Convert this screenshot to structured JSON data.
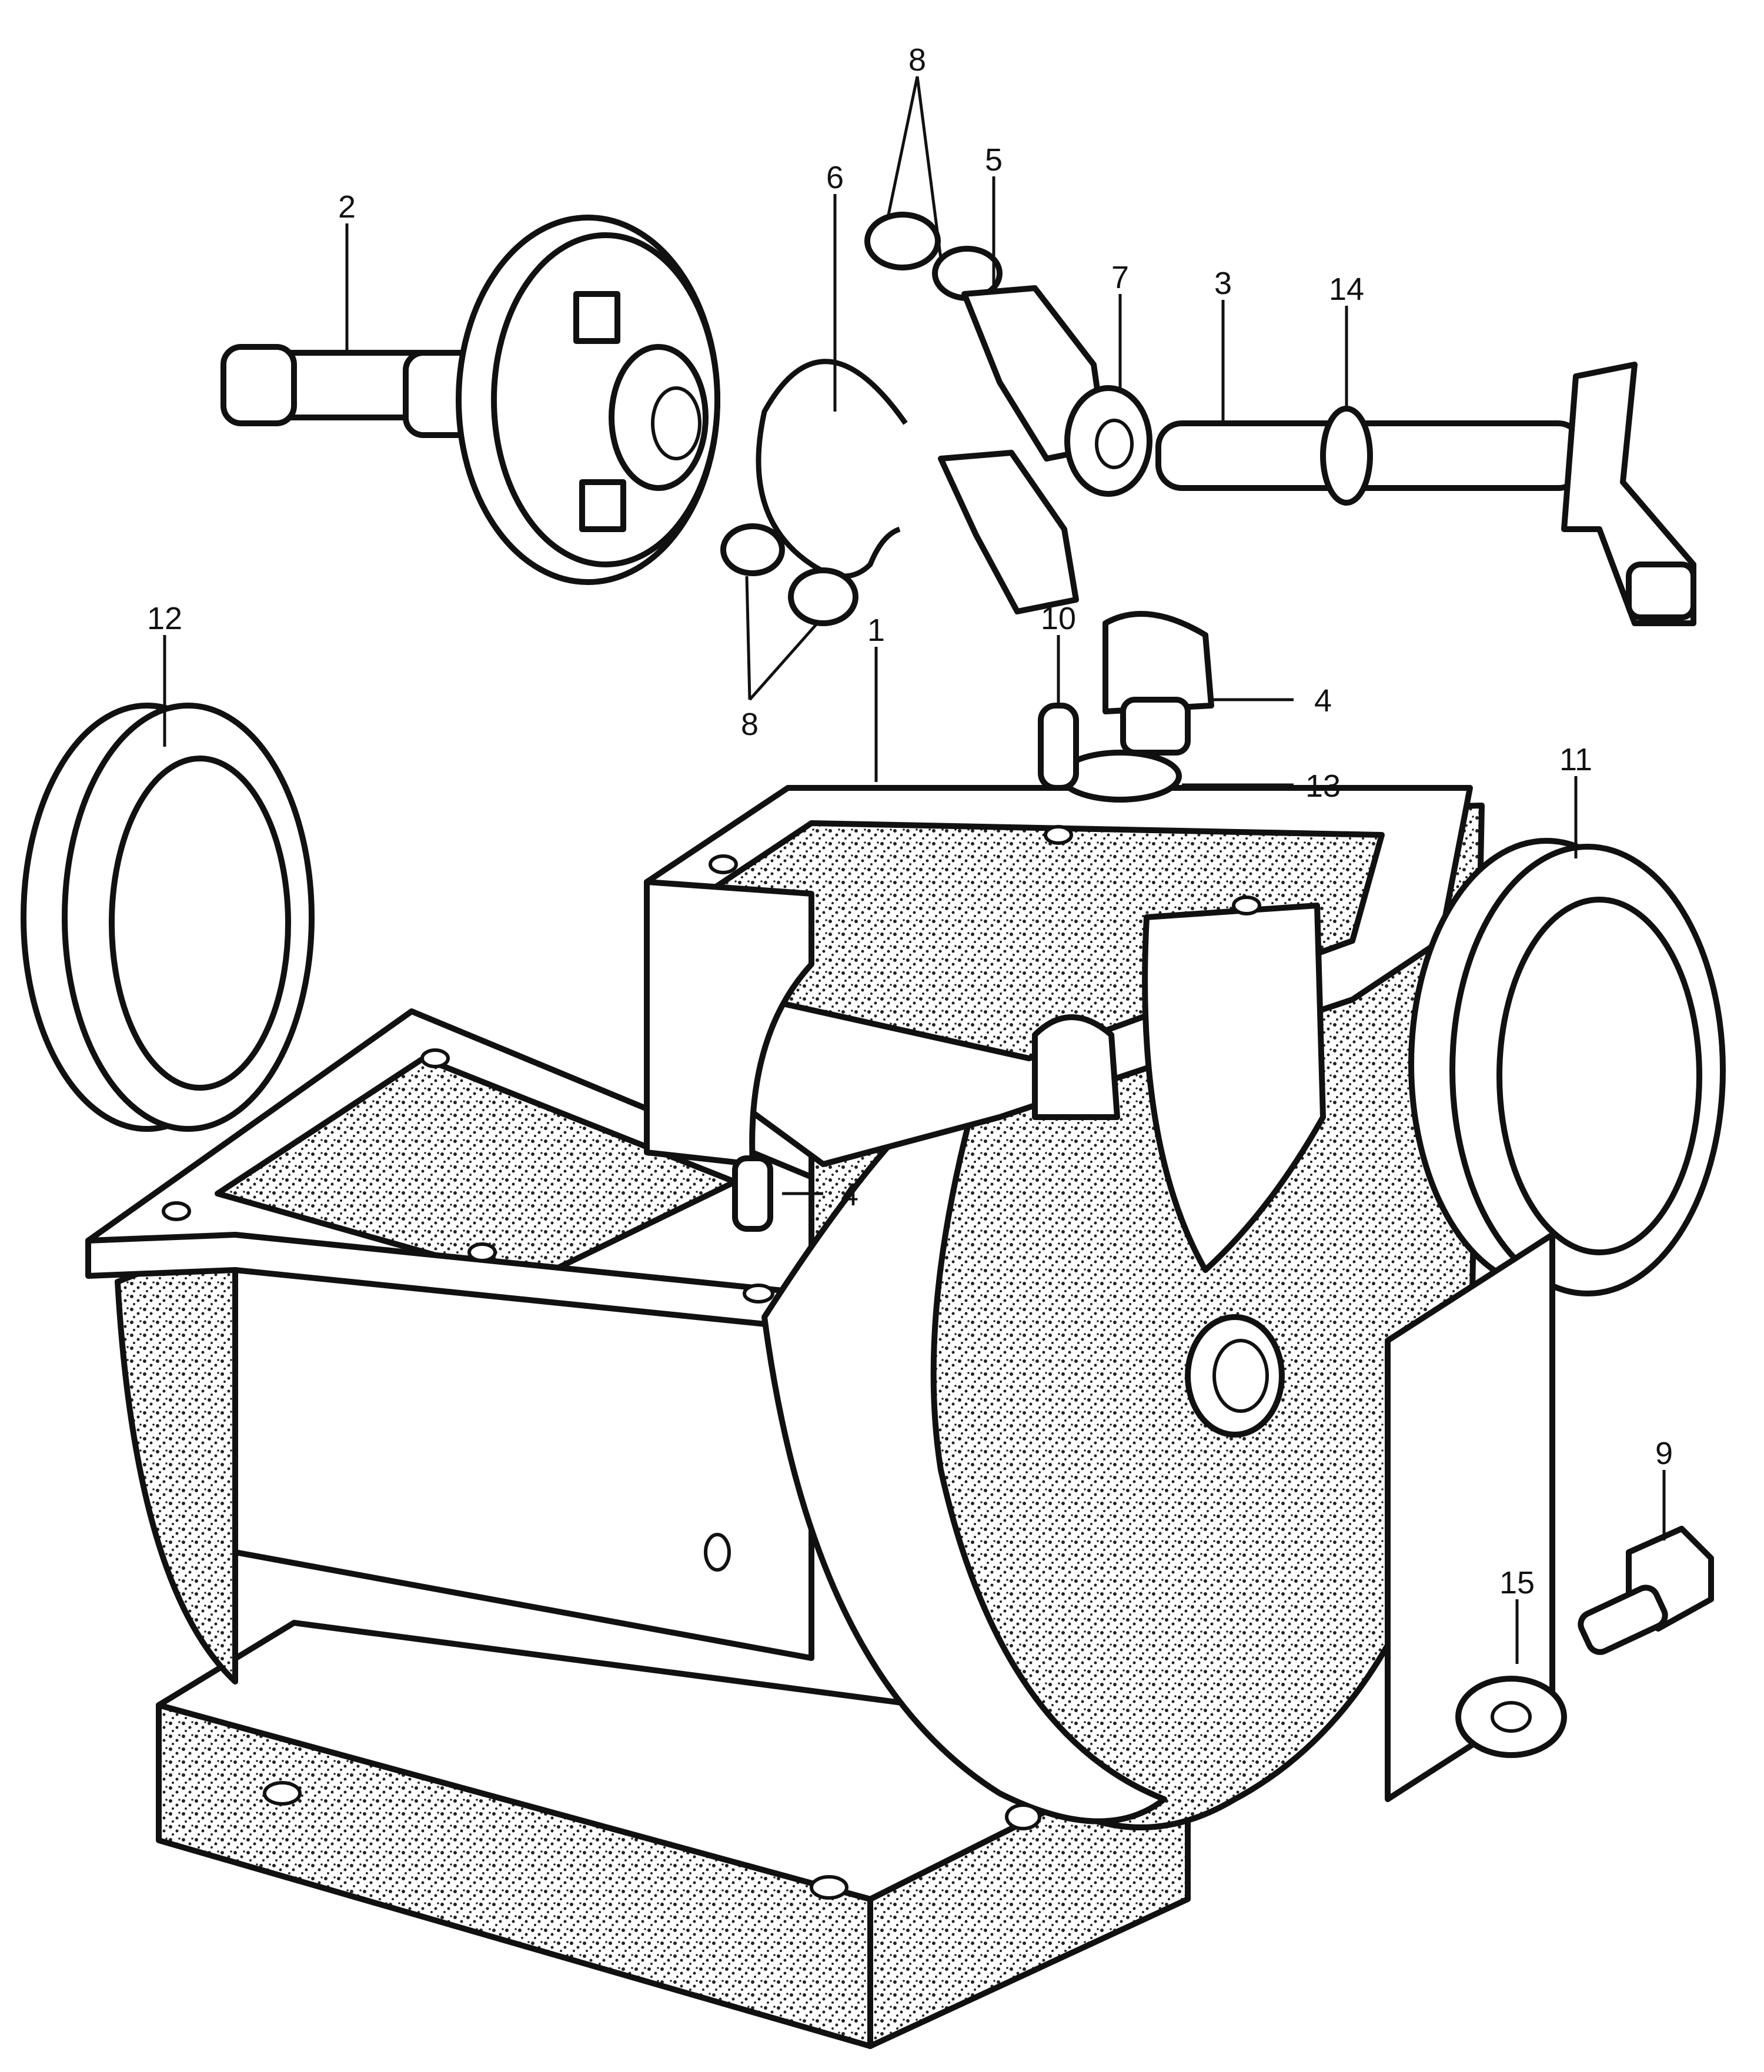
{
  "callouts": [
    {
      "id": "crankcase",
      "label": "1"
    },
    {
      "id": "camshaft-gear",
      "label": "2"
    },
    {
      "id": "shaft-with-arm",
      "label": "3"
    },
    {
      "id": "plug-top",
      "label": "4"
    },
    {
      "id": "plug-inside",
      "label": "4"
    },
    {
      "id": "tappet-upper",
      "label": "5"
    },
    {
      "id": "wire-spring",
      "label": "6"
    },
    {
      "id": "tappet-collar",
      "label": "7"
    },
    {
      "id": "cap-upper",
      "label": "8"
    },
    {
      "id": "cap-lower",
      "label": "8"
    },
    {
      "id": "bolt",
      "label": "9"
    },
    {
      "id": "dowel",
      "label": "10"
    },
    {
      "id": "bearing-right",
      "label": "11"
    },
    {
      "id": "bearing-left",
      "label": "12"
    },
    {
      "id": "o-ring-plug",
      "label": "13"
    },
    {
      "id": "o-ring-shaft",
      "label": "14"
    },
    {
      "id": "washer",
      "label": "15"
    }
  ],
  "colors": {
    "ink": "#111111",
    "paper": "#ffffff"
  }
}
